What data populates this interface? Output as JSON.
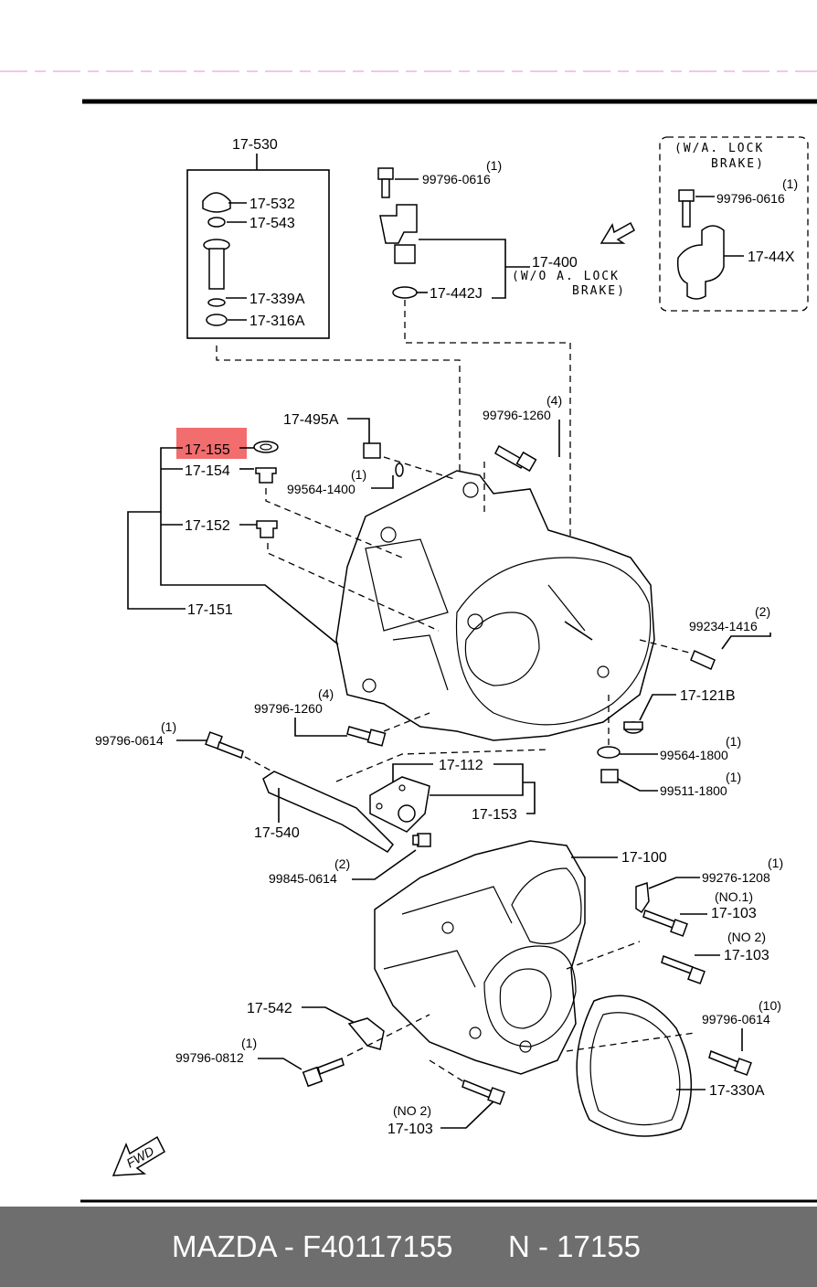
{
  "footer": {
    "left": "MAZDA - F40117155",
    "right": "N - 17155"
  },
  "highlight": {
    "label": "17-155",
    "color": "#f26d6d"
  },
  "labels": {
    "l17_530": "17-530",
    "l17_532": "17-532",
    "l17_543": "17-543",
    "l17_339A": "17-339A",
    "l17_316A": "17-316A",
    "q99796_0616a": "(1)",
    "l99796_0616a": "99796-0616",
    "l17_400": "17-400",
    "l17_400_note": "(W/O A. LOCK",
    "l17_400_note2": "BRAKE)",
    "l17_442J": "17-442J",
    "alock_note1": "(W/A. LOCK",
    "alock_note2": "BRAKE)",
    "q99796_0616b": "(1)",
    "l99796_0616b": "99796-0616",
    "l17_44X": "17-44X",
    "l17_495A": "17-495A",
    "q99564_1400": "(1)",
    "l99564_1400": "99564-1400",
    "q99796_1260a": "(4)",
    "l99796_1260a": "99796-1260",
    "l17_155": "17-155",
    "l17_154": "17-154",
    "l17_152": "17-152",
    "l17_151": "17-151",
    "q99234_1416": "(2)",
    "l99234_1416": "99234-1416",
    "q99796_1260b": "(4)",
    "l99796_1260b": "99796-1260",
    "q99796_0614a": "(1)",
    "l99796_0614a": "99796-0614",
    "l17_121B": "17-121B",
    "q99564_1800": "(1)",
    "l99564_1800": "99564-1800",
    "q99511_1800": "(1)",
    "l99511_1800": "99511-1800",
    "l17_112": "17-112",
    "l17_153": "17-153",
    "l17_540": "17-540",
    "q99845_0614": "(2)",
    "l99845_0614": "99845-0614",
    "l17_100": "17-100",
    "q99276_1208": "(1)",
    "l99276_1208": "99276-1208",
    "q17_103a": "(NO.1)",
    "l17_103a": "17-103",
    "q17_103b": "(NO 2)",
    "l17_103b": "17-103",
    "l17_542": "17-542",
    "q99796_0614b": "(10)",
    "l99796_0614b": "99796-0614",
    "q99796_0812": "(1)",
    "l99796_0812": "99796-0812",
    "l17_330A": "17-330A",
    "q17_103c": "(NO 2)",
    "l17_103c": "17-103",
    "fwd": "FWD"
  }
}
